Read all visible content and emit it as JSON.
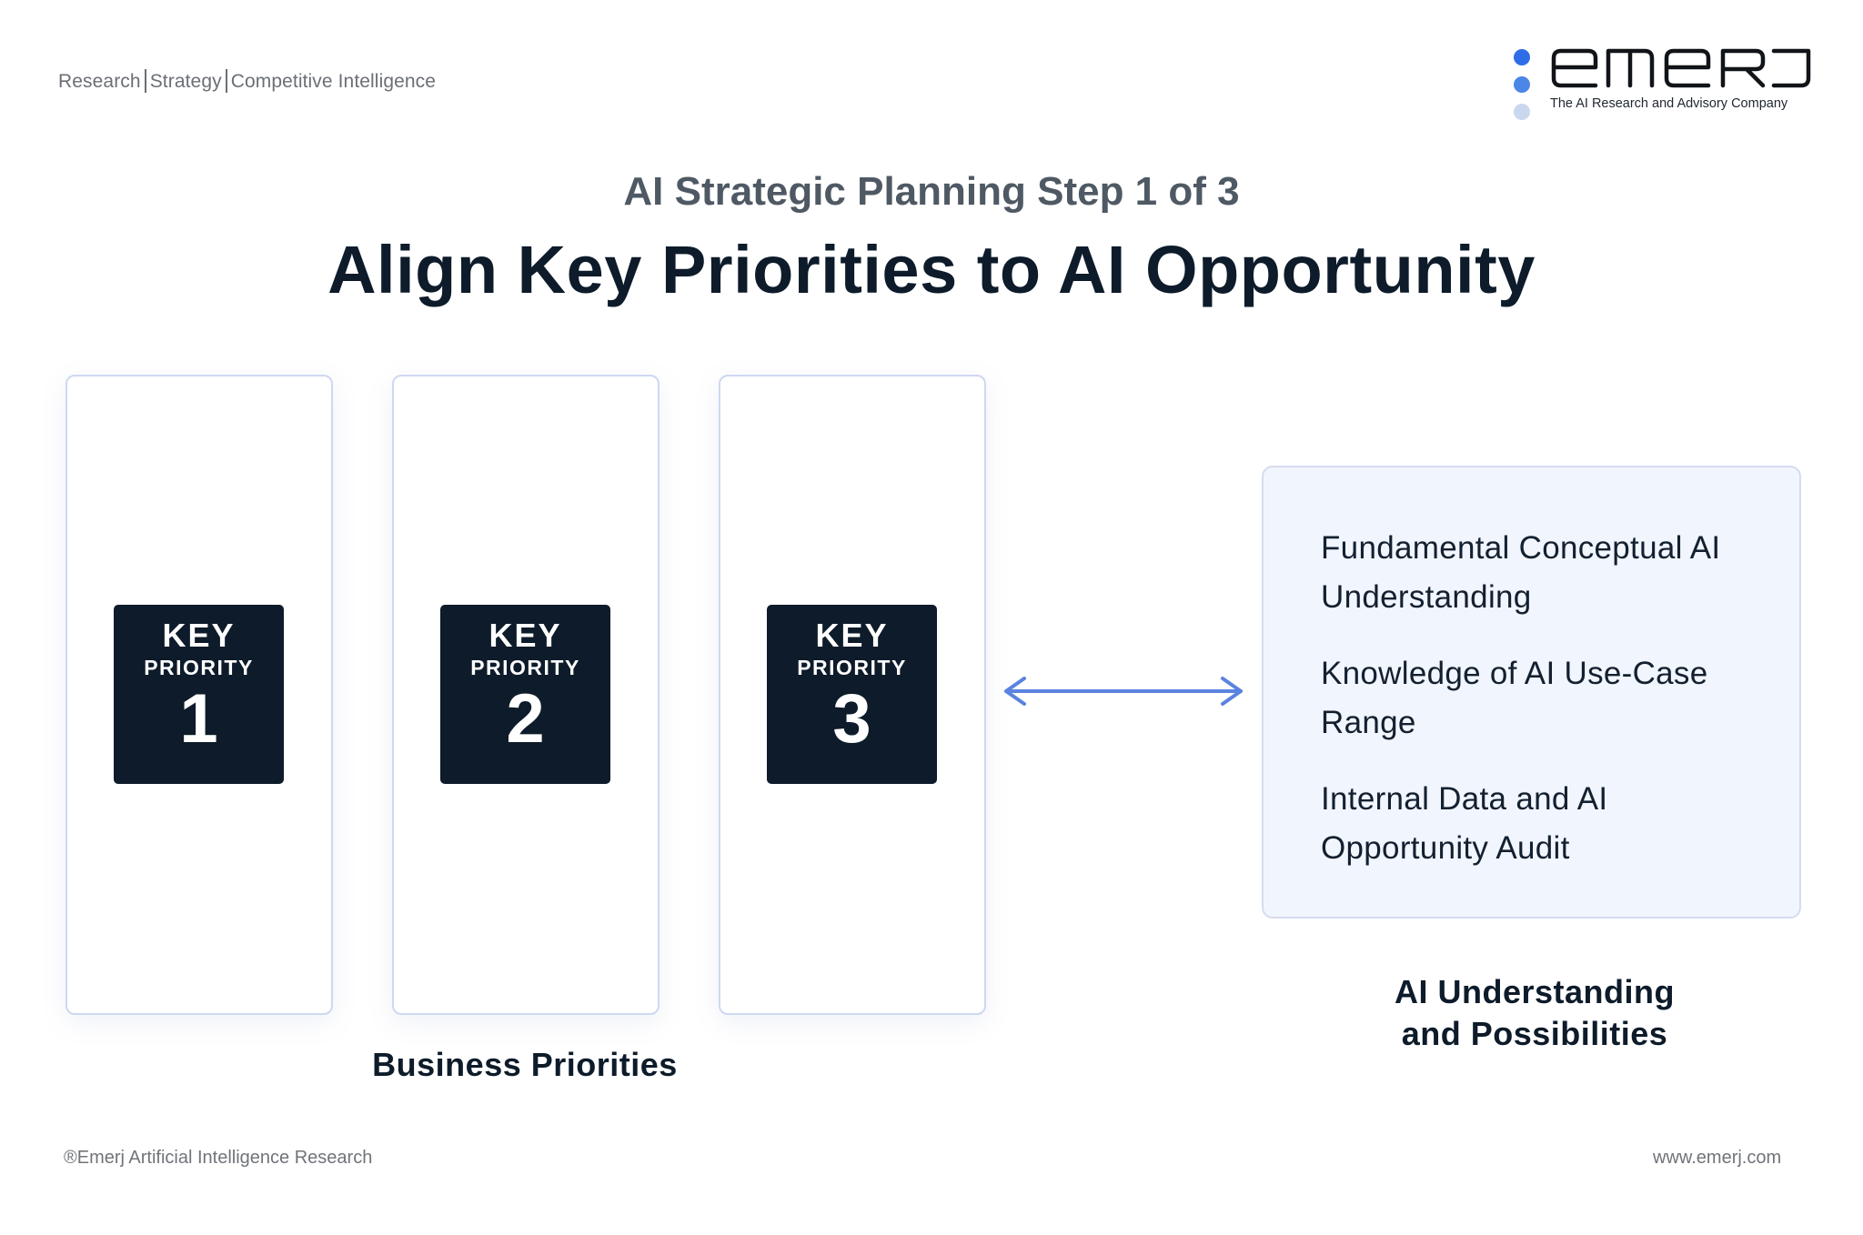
{
  "header": {
    "tagline_items": [
      "Research",
      "Strategy",
      "Competitive Intelligence"
    ],
    "logo": {
      "wordmark": "emerj",
      "subtitle": "The AI Research and Advisory Company",
      "dot_colors": [
        "#2f6de8",
        "#4a87e6",
        "#c9d8ee"
      ]
    }
  },
  "titles": {
    "step": "AI Strategic Planning Step 1 of 3",
    "main": "Align Key Priorities to AI Opportunity"
  },
  "business_priorities": {
    "label": "Business Priorities",
    "cards": [
      {
        "key": "KEY",
        "priority": "PRIORITY",
        "number": "1"
      },
      {
        "key": "KEY",
        "priority": "PRIORITY",
        "number": "2"
      },
      {
        "key": "KEY",
        "priority": "PRIORITY",
        "number": "3"
      }
    ]
  },
  "connector": {
    "icon": "double-headed-arrow-icon",
    "color": "#5b83e0"
  },
  "ai_understanding": {
    "label_line1": "AI Understanding",
    "label_line2": "and Possibilities",
    "items": [
      "Fundamental Conceptual AI Understanding",
      "Knowledge of AI Use-Case Range",
      "Internal Data and AI Opportunity Audit"
    ]
  },
  "footer": {
    "copyright": "®Emerj Artificial Intelligence Research",
    "website": "www.emerj.com"
  },
  "colors": {
    "navy": "#0d1b2a",
    "card_border": "#cdd8f1",
    "ai_box_bg": "#f1f5fd",
    "accent_blue": "#5b83e0"
  }
}
